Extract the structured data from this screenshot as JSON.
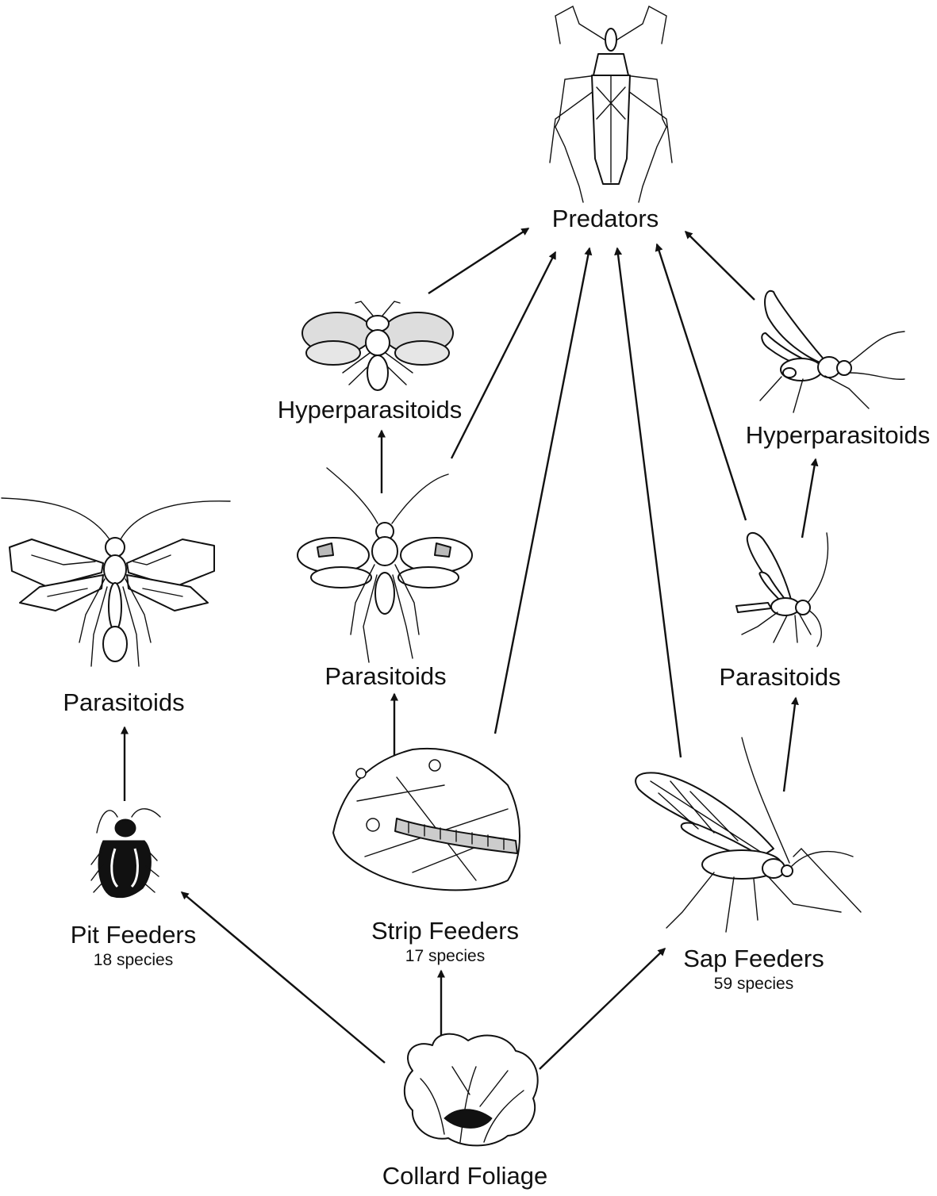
{
  "nodes": {
    "predators": {
      "label": "Predators",
      "icon": "assassin-bug-icon"
    },
    "hyperparasitoids_left": {
      "label": "Hyperparasitoids",
      "icon": "small-wasp-icon"
    },
    "hyperparasitoids_right": {
      "label": "Hyperparasitoids",
      "icon": "side-wasp-icon"
    },
    "parasitoids_left": {
      "label": "Parasitoids",
      "icon": "ichneumon-wasp-icon"
    },
    "parasitoids_center": {
      "label": "Parasitoids",
      "icon": "braconid-wasp-icon"
    },
    "parasitoids_right": {
      "label": "Parasitoids",
      "icon": "aphid-wasp-icon"
    },
    "pit_feeders": {
      "label": "Pit Feeders",
      "count": "18 species",
      "icon": "flea-beetle-icon"
    },
    "strip_feeders": {
      "label": "Strip Feeders",
      "count": "17 species",
      "icon": "caterpillar-on-leaf-icon"
    },
    "sap_feeders": {
      "label": "Sap Feeders",
      "count": "59 species",
      "icon": "aphid-icon"
    },
    "collard_foliage": {
      "label": "Collard Foliage",
      "icon": "collard-plant-icon"
    }
  },
  "edges": [
    [
      "collard_foliage",
      "pit_feeders"
    ],
    [
      "collard_foliage",
      "strip_feeders"
    ],
    [
      "collard_foliage",
      "sap_feeders"
    ],
    [
      "pit_feeders",
      "parasitoids_left"
    ],
    [
      "strip_feeders",
      "parasitoids_center"
    ],
    [
      "strip_feeders",
      "predators"
    ],
    [
      "sap_feeders",
      "parasitoids_right"
    ],
    [
      "sap_feeders",
      "predators"
    ],
    [
      "parasitoids_center",
      "hyperparasitoids_left"
    ],
    [
      "parasitoids_center",
      "predators"
    ],
    [
      "hyperparasitoids_left",
      "predators"
    ],
    [
      "parasitoids_right",
      "hyperparasitoids_right"
    ],
    [
      "parasitoids_right",
      "predators"
    ],
    [
      "hyperparasitoids_right",
      "predators"
    ]
  ],
  "colors": {
    "ink": "#111111",
    "background": "#ffffff"
  }
}
